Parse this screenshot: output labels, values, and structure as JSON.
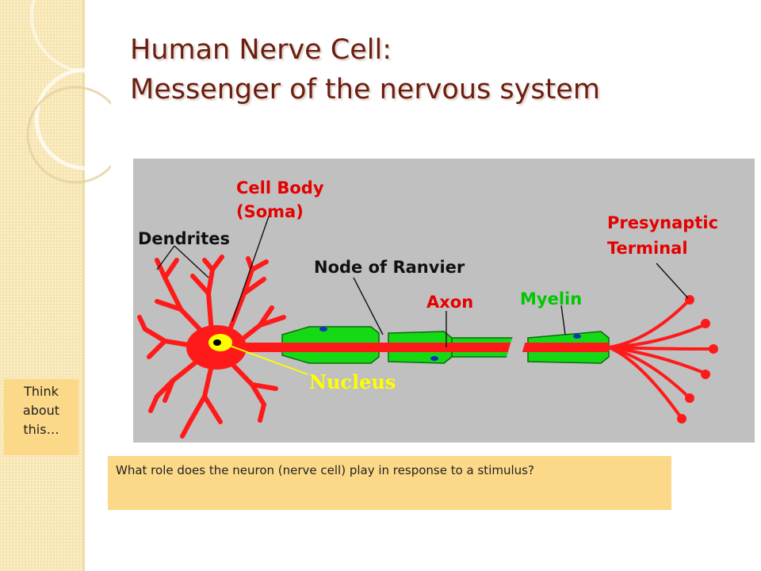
{
  "slide": {
    "title_line1": "Human Nerve Cell:",
    "title_line2": "Messenger of the nervous system"
  },
  "diagram": {
    "labels": {
      "cell_body": "Cell Body",
      "soma": "(Soma)",
      "dendrites": "Dendrites",
      "node_of_ranvier": "Node of Ranvier",
      "axon": "Axon",
      "myelin": "Myelin",
      "presynaptic": "Presynaptic",
      "terminal": "Terminal",
      "nucleus": "Nucleus"
    },
    "colors": {
      "background": "#c0c0c0",
      "neuron": "#ff1a1a",
      "myelin": "#16d916",
      "nucleus": "#ffff00",
      "label_red": "#e50000",
      "label_green": "#00c800",
      "label_black": "#111111",
      "label_yellow": "#ffff00"
    }
  },
  "notes": {
    "side_note": [
      "Think",
      "about",
      "this…"
    ],
    "question": "What role does the neuron (nerve cell) play in response to a stimulus?"
  }
}
